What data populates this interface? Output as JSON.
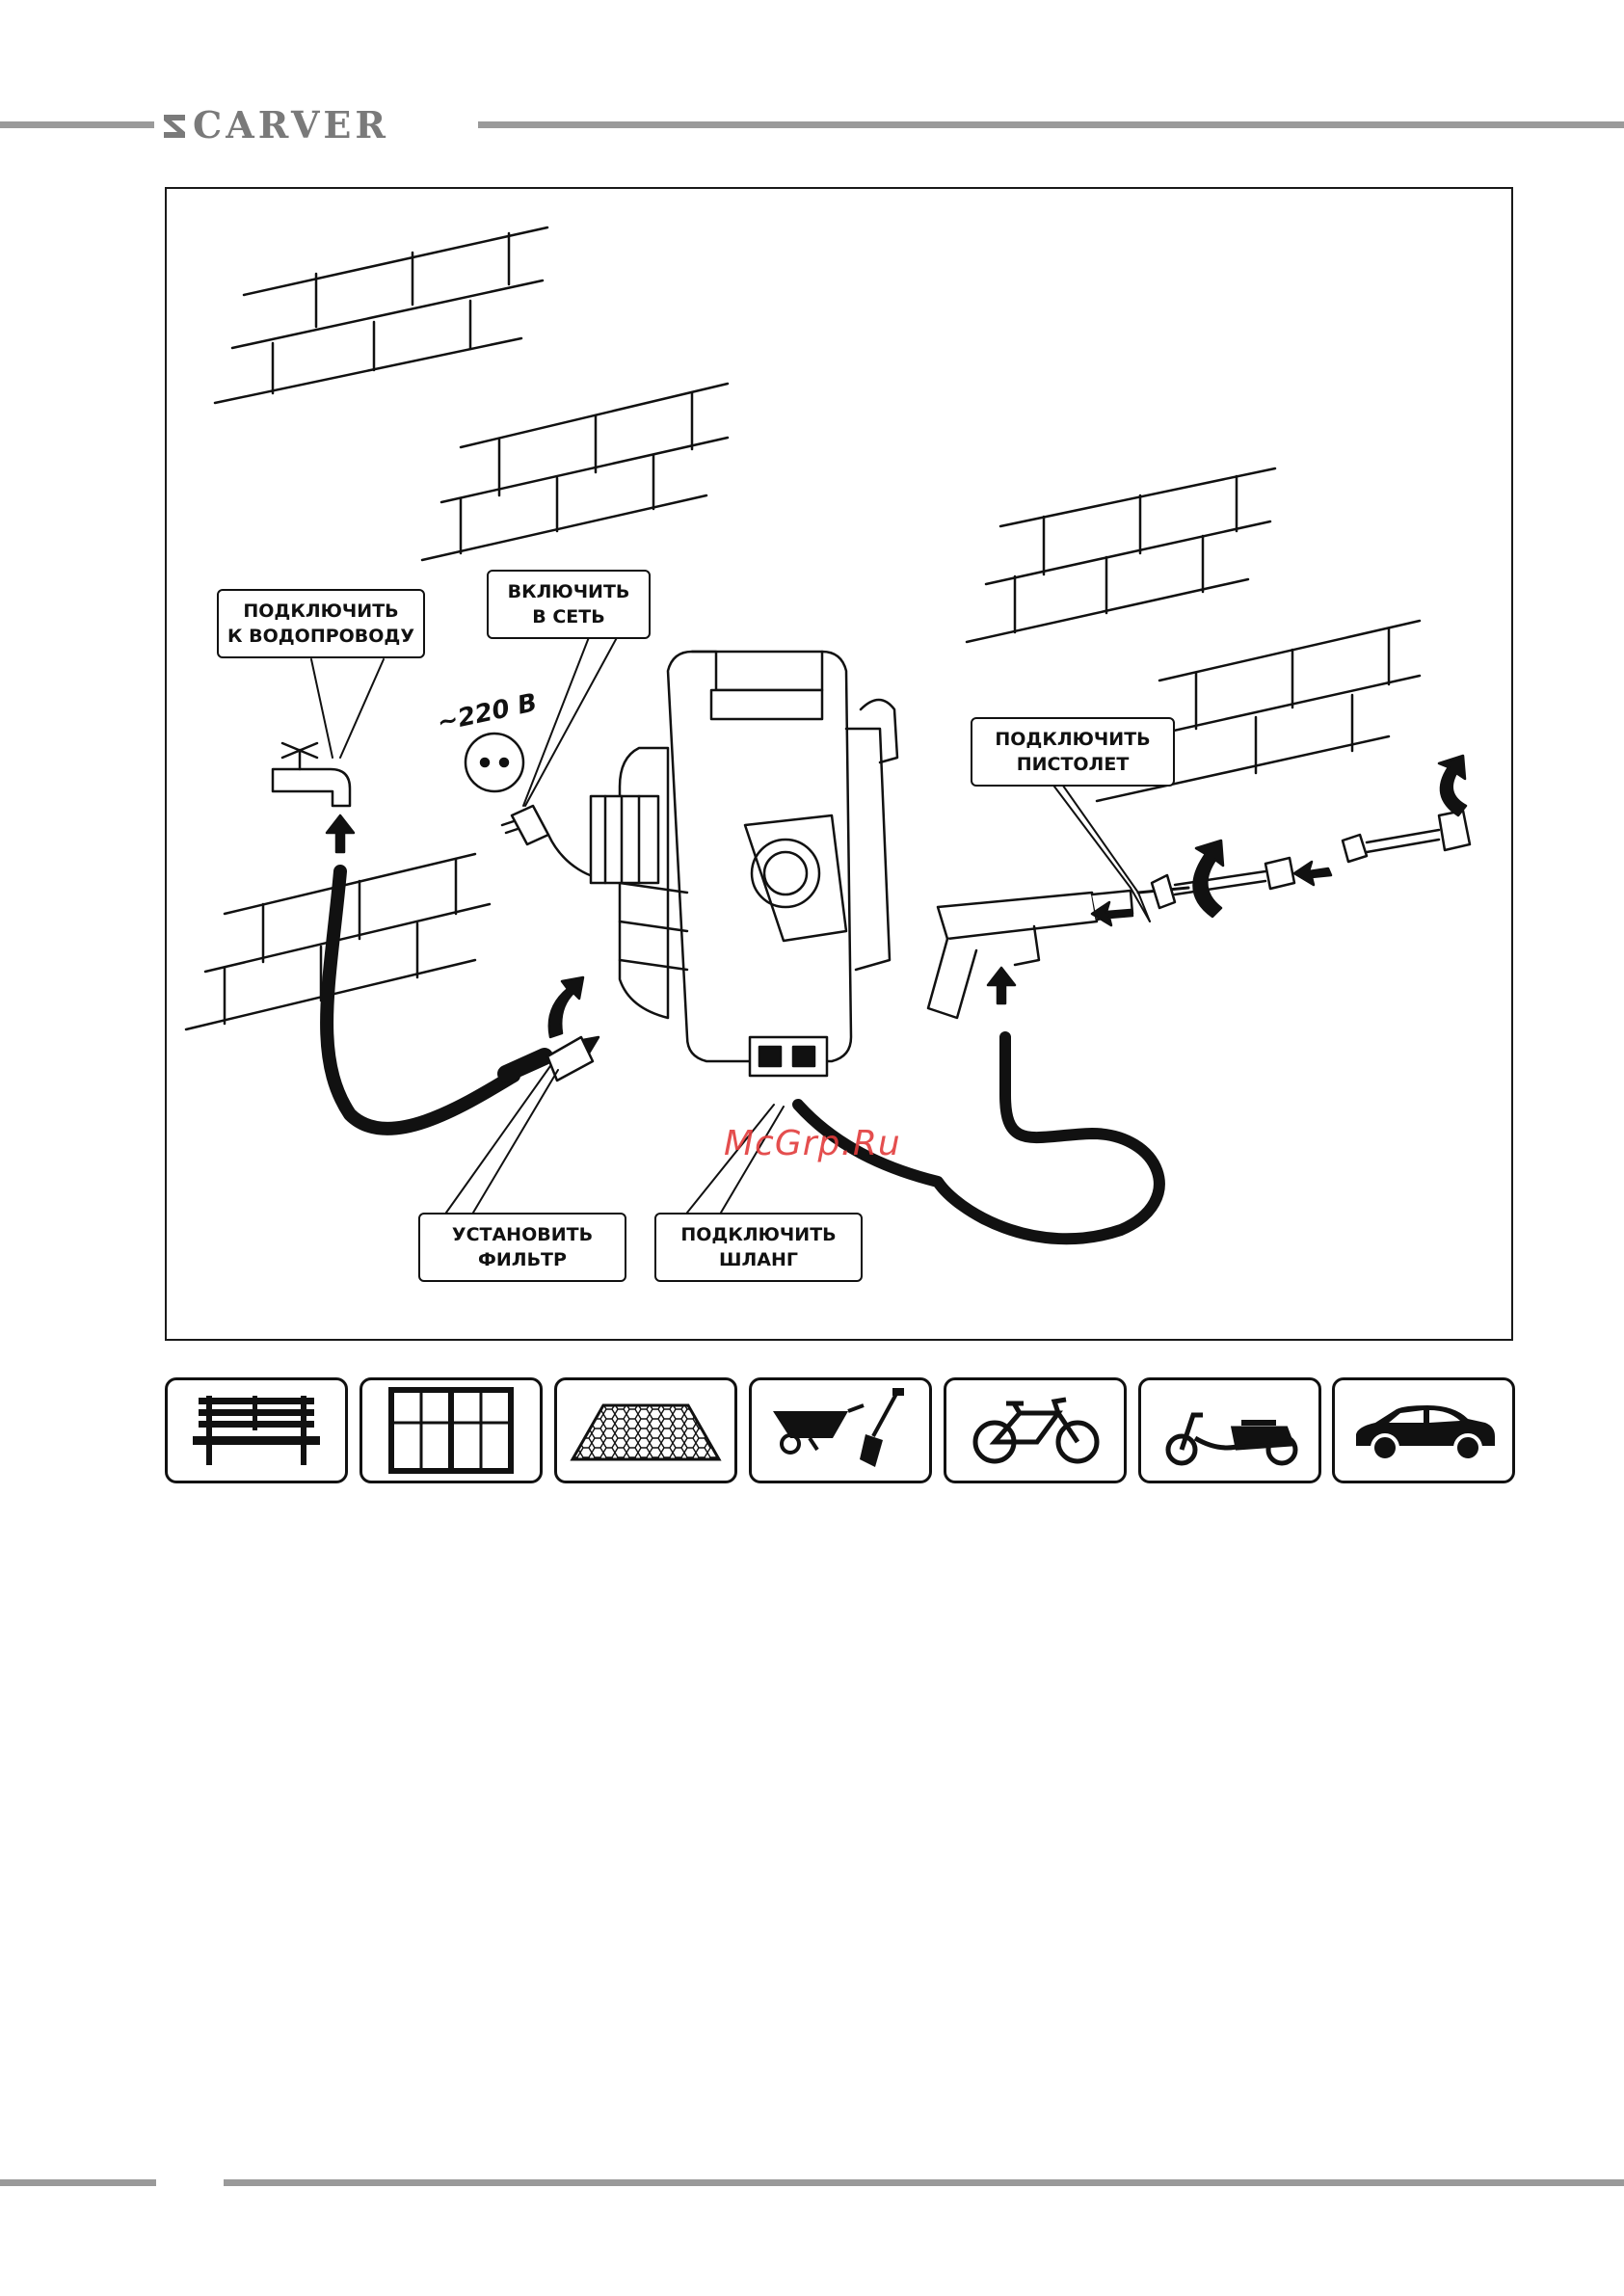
{
  "header": {
    "brand_name": "CARVER",
    "brand_color": "#7a7a7a",
    "rule_color": "#9a9a9a"
  },
  "figure": {
    "callouts": {
      "water_supply": {
        "line1": "ПОДКЛЮЧИТЬ",
        "line2": "К ВОДОПРОВОДУ"
      },
      "power": {
        "line1": "ВКЛЮЧИТЬ",
        "line2": "В СЕТЬ"
      },
      "gun": {
        "line1": "ПОДКЛЮЧИТЬ",
        "line2": "ПИСТОЛЕТ"
      },
      "filter": {
        "line1": "УСТАНОВИТЬ",
        "line2": "ФИЛЬТР"
      },
      "hose": {
        "line1": "ПОДКЛЮЧИТЬ",
        "line2": "ШЛАНГ"
      }
    },
    "voltage_label": "~220 В",
    "watermark": "McGrp.Ru",
    "watermark_color": "#e23b3b"
  },
  "application_icons": [
    {
      "name": "bench-icon"
    },
    {
      "name": "window-icon"
    },
    {
      "name": "paving-icon"
    },
    {
      "name": "wheelbarrow-shovel-icon"
    },
    {
      "name": "bicycle-icon"
    },
    {
      "name": "scooter-icon"
    },
    {
      "name": "car-icon"
    }
  ]
}
